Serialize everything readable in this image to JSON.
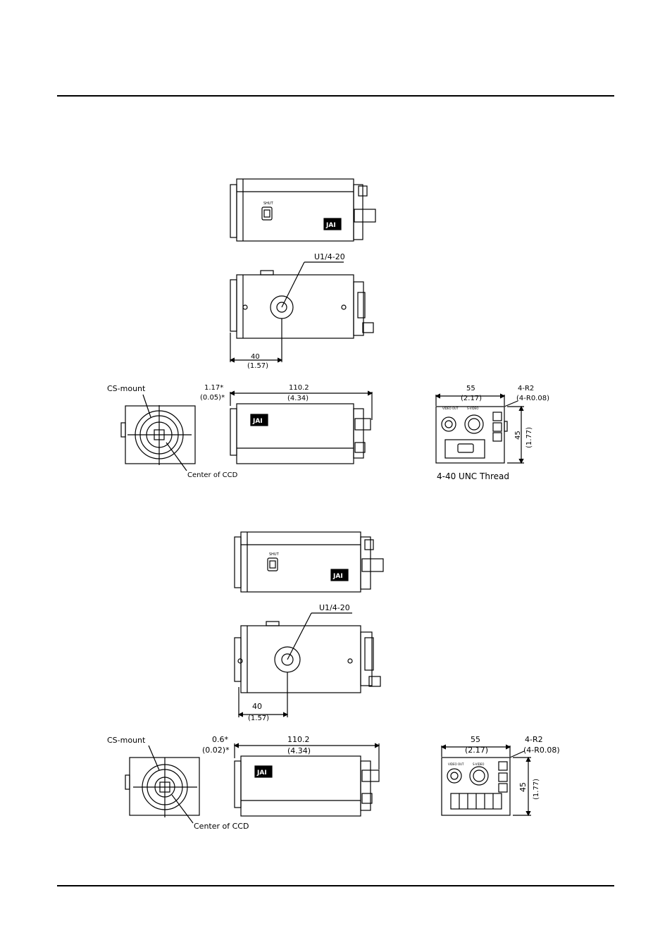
{
  "set1": {
    "tripod_thread": "U1/4-20",
    "depth_mm": "40",
    "depth_in": "(1.57)",
    "mount": "CS-mount",
    "flange_mm": "1.17*",
    "flange_in": "(0.05)*",
    "length_mm": "110.2",
    "length_in": "(4.34)",
    "center": "Center of CCD",
    "width_mm": "55",
    "width_in": "(2.17)",
    "radius_mm": "4-R2",
    "radius_in": "(4-R0.08)",
    "height_mm": "45",
    "height_in": "(1.77)",
    "thread": "4-40 UNC Thread"
  },
  "set2": {
    "tripod_thread": "U1/4-20",
    "depth_mm": "40",
    "depth_in": "(1.57)",
    "mount": "CS-mount",
    "flange_mm": "0.6*",
    "flange_in": "(0.02)*",
    "length_mm": "110.2",
    "length_in": "(4.34)",
    "center": "Center of CCD",
    "width_mm": "55",
    "width_in": "(2.17)",
    "radius_mm": "4-R2",
    "radius_in": "(4-R0.08)",
    "height_mm": "45",
    "height_in": "(1.77)"
  },
  "logo": "JAI"
}
